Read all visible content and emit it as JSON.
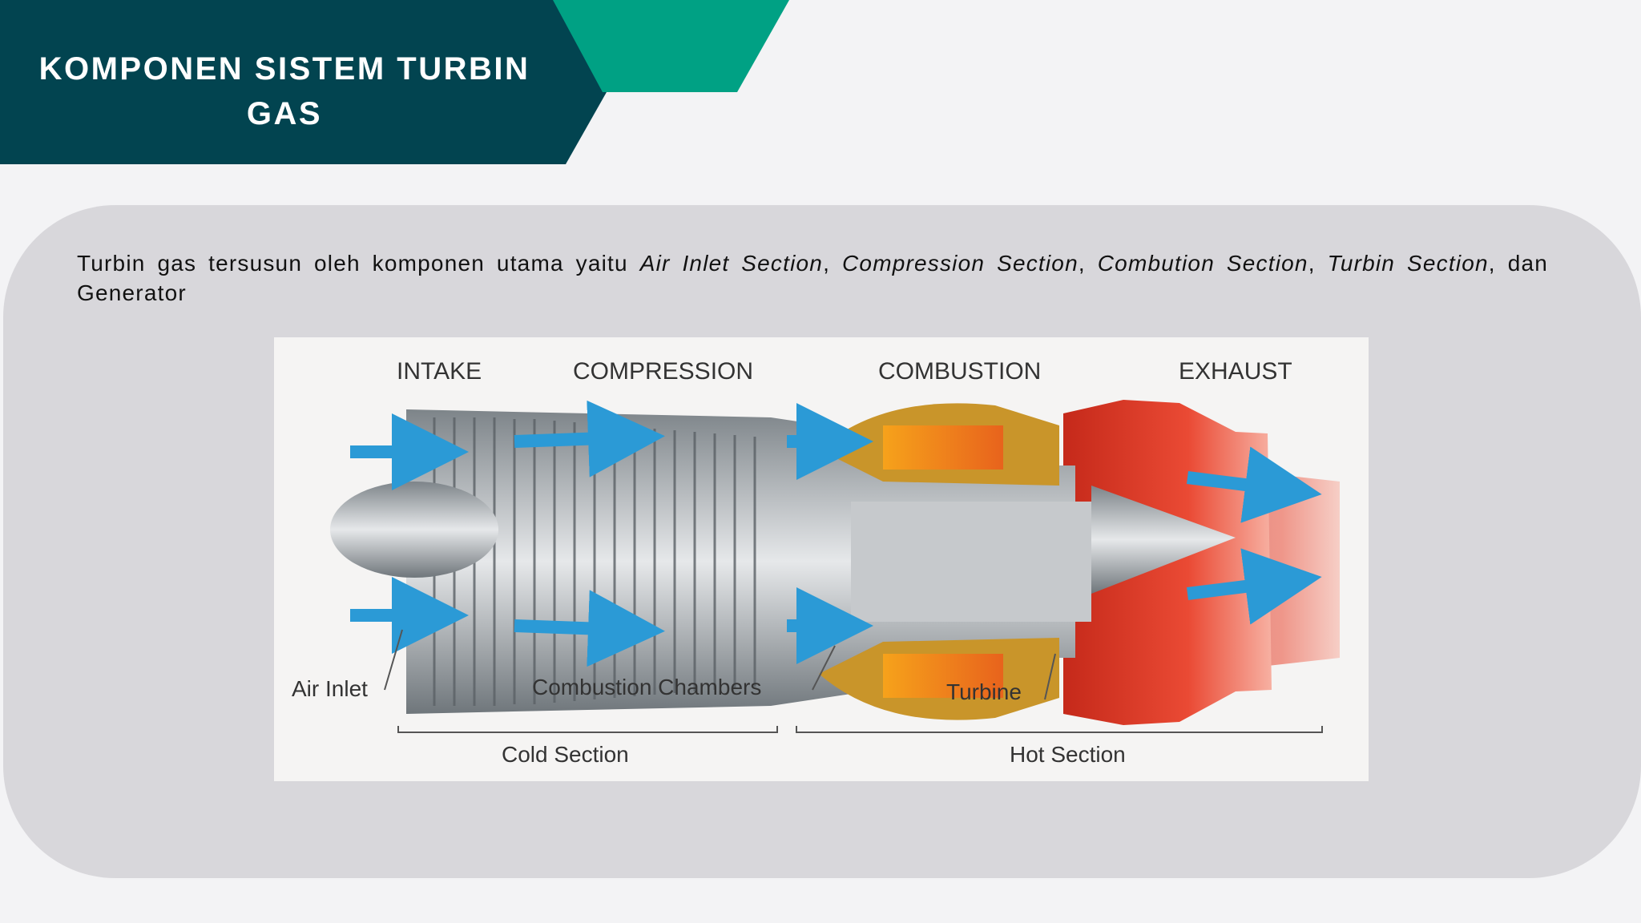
{
  "header": {
    "title_line1": "KOMPONEN SISTEM TURBIN",
    "title_line2": "GAS"
  },
  "intro": {
    "lead": "Turbin gas tersusun oleh komponen utama yaitu ",
    "item1": "Air Inlet Section",
    "sep1": ", ",
    "item2": "Compression Section",
    "sep2": ", ",
    "item3": "Combution Section",
    "sep3": ", ",
    "item4": "Turbin Section",
    "tail": ", dan Generator"
  },
  "diagram": {
    "stage_labels": {
      "intake": "INTAKE",
      "compression": "COMPRESSION",
      "combustion": "COMBUSTION",
      "exhaust": "EXHAUST"
    },
    "callouts": {
      "air_inlet": "Air Inlet",
      "combustion_chambers": "Combustion Chambers",
      "turbine": "Turbine"
    },
    "sections": {
      "cold": "Cold Section",
      "hot": "Hot Section"
    }
  },
  "colors": {
    "header": "#024450",
    "accent": "#00a184",
    "card": "#d8d7db",
    "air_flow": "#2b9ad6",
    "hot": "#e8412b"
  }
}
